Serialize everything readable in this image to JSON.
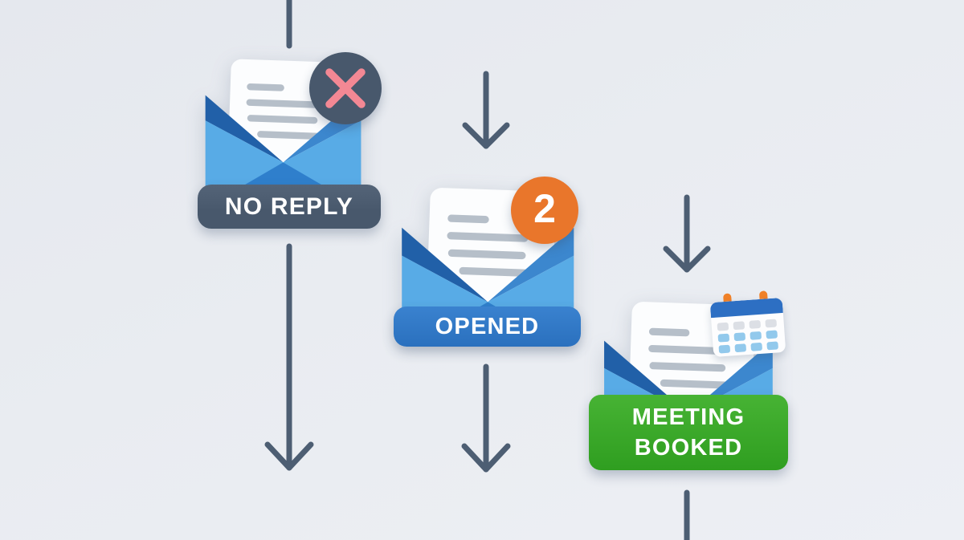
{
  "diagram": {
    "type": "email-sequence-flow",
    "stage_count": 3
  },
  "colors": {
    "background-top": "#e5e8ee",
    "background-bottom": "#edeff4",
    "slate": "#48586c",
    "arrow": "#4d5e73",
    "envelope-light": "#58abe6",
    "envelope-dark": "#2160a8",
    "envelope-mid": "#3c87ce",
    "envelope-center": "#2f7fcc",
    "letter": "#fcfdfe",
    "letter-line": "#b6bfc9",
    "badge-orange": "#e9762b",
    "x-salmon": "#f38894",
    "label-blue-top": "#3a82cf",
    "label-blue-bottom": "#2a70be",
    "label-green-top": "#47b334",
    "label-green-bottom": "#2f9e20",
    "calendar-blue": "#2d6fc3",
    "calendar-peg": "#f08128",
    "dot-gray": "#dcdfe5",
    "dot-blue": "#92c9ec"
  },
  "stages": [
    {
      "id": "no-reply",
      "label": "NO REPLY",
      "badge": "x-mark-icon",
      "badge_color": "#48586c"
    },
    {
      "id": "opened",
      "label": "OPENED",
      "badge": "unread-count-badge",
      "badge_count": "2",
      "badge_color": "#e9762b"
    },
    {
      "id": "meeting-booked",
      "label": "MEETING BOOKED",
      "label_line1": "MEETING",
      "label_line2": "BOOKED",
      "badge": "calendar-icon",
      "badge_color": "#2d6fc3"
    }
  ],
  "arrows": [
    {
      "id": "incoming-stub",
      "direction": "down"
    },
    {
      "id": "to-opened",
      "direction": "down"
    },
    {
      "id": "to-meeting-booked",
      "direction": "down"
    },
    {
      "id": "from-no-reply",
      "direction": "down"
    },
    {
      "id": "from-opened",
      "direction": "down"
    },
    {
      "id": "outgoing-stub",
      "direction": "down"
    }
  ]
}
